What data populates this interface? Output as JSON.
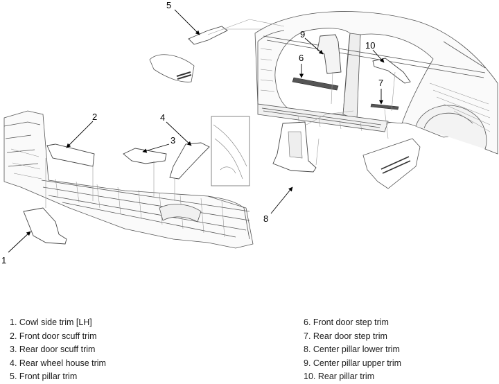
{
  "callouts": [
    "1",
    "2",
    "3",
    "4",
    "5",
    "6",
    "7",
    "8",
    "9",
    "10"
  ],
  "legend": [
    "1. Cowl side trim [LH]",
    "2. Front door scuff trim",
    "3. Rear door scuff trim",
    "4. Rear wheel house trim",
    "5. Front pillar trim",
    "6. Front door step trim",
    "7. Rear door step trim",
    "8. Center pillar lower trim",
    "9. Center pillar upper trim",
    "10. Rear pillar trim"
  ]
}
